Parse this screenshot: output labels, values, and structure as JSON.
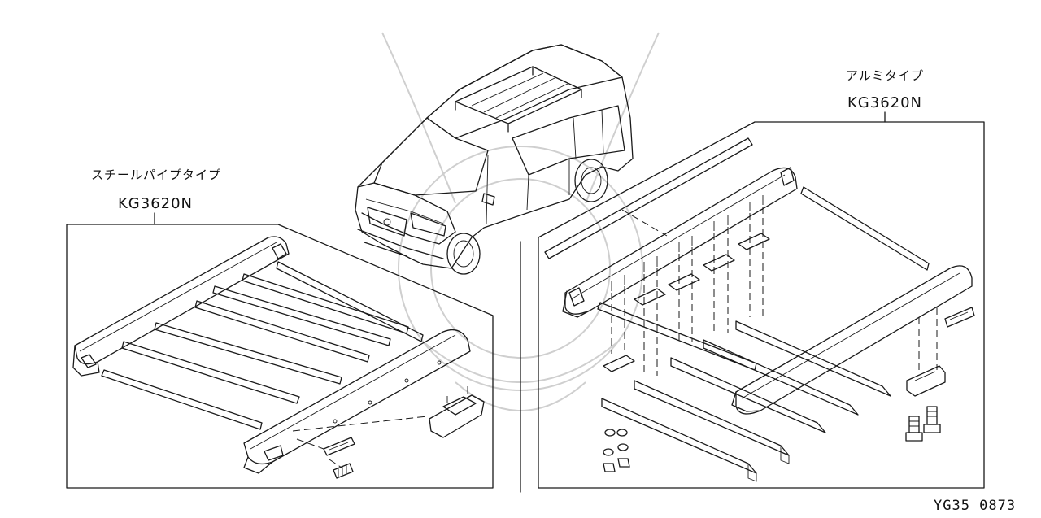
{
  "left_panel": {
    "type_label": "スチールパイプタイプ",
    "part_number": "KG3620N"
  },
  "right_panel": {
    "type_label": "アルミタイプ",
    "part_number": "KG3620N"
  },
  "figure_code": "YG35 0873"
}
